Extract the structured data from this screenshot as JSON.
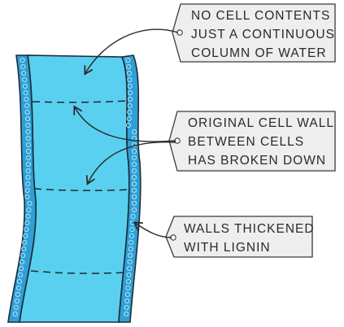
{
  "colors": {
    "water": "#5ad0f0",
    "wall": "#2ea0d6",
    "outline": "#1e2a36",
    "tag_fill": "#eeeeee",
    "tag_stroke": "#3a3a3a"
  },
  "labels": [
    {
      "id": "contents",
      "lines": [
        "NO CELL CONTENTS",
        "JUST A CONTINUOUS",
        "COLUMN OF WATER"
      ]
    },
    {
      "id": "cell-wall",
      "lines": [
        "ORIGINAL CELL WALL",
        "BETWEEN CELLS",
        "HAS BROKEN DOWN"
      ]
    },
    {
      "id": "lignin",
      "lines": [
        "WALLS THICKENED",
        "WITH LIGNIN"
      ]
    }
  ]
}
